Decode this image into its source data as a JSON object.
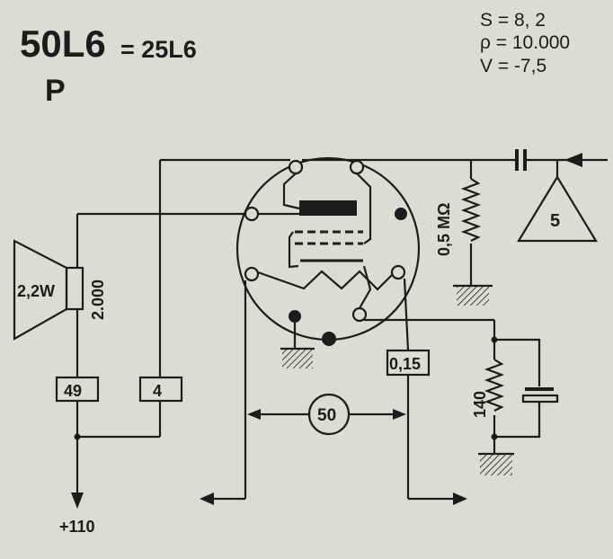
{
  "header": {
    "tube": "50L6",
    "equivalent": "= 25L6",
    "type_letter": "P"
  },
  "params": {
    "s": "S = 8, 2",
    "rho": "ρ = 10.000",
    "v": "V = -7,5"
  },
  "labels": {
    "speaker_power": "2,2W",
    "transformer": "2.000",
    "box_49": "49",
    "box_4": "4",
    "box_015": "0,15",
    "circle_50": "50",
    "triangle_5": "5",
    "grid_res": "0,5 MΩ",
    "cathode_res": "140",
    "supply": "+110"
  }
}
